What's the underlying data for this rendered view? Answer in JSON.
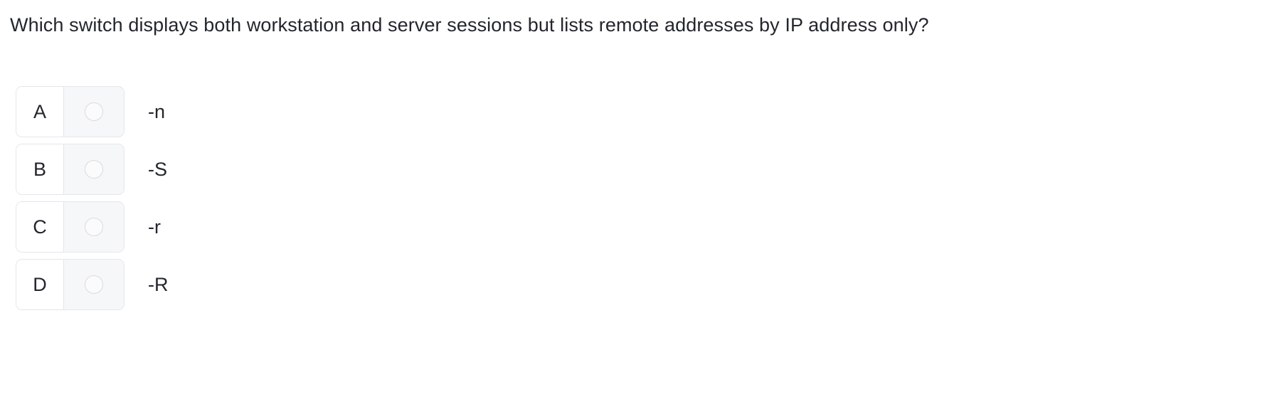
{
  "page": {
    "background_color": "#ffffff",
    "text_color": "#22262d"
  },
  "question": {
    "text": "Which switch displays both workstation and server sessions but lists remote addresses by IP address only?"
  },
  "answers": {
    "input_type": "radio",
    "selected": null,
    "options": [
      {
        "key": "A",
        "label": "-n",
        "selected": false
      },
      {
        "key": "B",
        "label": "-S",
        "selected": false
      },
      {
        "key": "C",
        "label": "-r",
        "selected": false
      },
      {
        "key": "D",
        "label": "-R",
        "selected": false
      }
    ]
  },
  "style": {
    "box_border_color": "#e3e7eb",
    "radio_cell_fill": "#f6f7f9",
    "radio_circle_border": "#d8dbdf"
  }
}
